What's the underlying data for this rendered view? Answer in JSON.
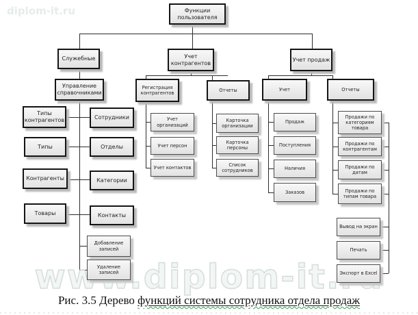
{
  "page": {
    "watermark_top": "diplom-it.ru",
    "watermark_bottom": "www.diplom-it.ru",
    "caption_prefix": "Рис. 3.5 Дерево",
    "caption_underlined": "функций системы сотрудника отдела продаж"
  },
  "colors": {
    "box_fill_top": "#f8f8f8",
    "box_fill_bottom": "#e2e2e2",
    "box_border_bold": "#141414",
    "box_border_thin": "#4a4a4a",
    "connector": "#2b2b2b",
    "wavy_underline": "#3aa24a",
    "watermark": "#dfe8e5"
  },
  "tree": {
    "root": "Функции пользователя",
    "service": {
      "label": "Служебные",
      "child": "Управление справочниками",
      "dict_left": [
        "Типы контрагентов",
        "Типы",
        "Контрагенты",
        "Товары"
      ],
      "dict_right": [
        "Сотрудники",
        "Отделы",
        "Категории",
        "Контакты"
      ],
      "actions": [
        "Добавление записей",
        "Удаление записей"
      ]
    },
    "counterparty": {
      "label": "Учет контрагентов",
      "registration": {
        "label": "Регистрация контрагентов",
        "items": [
          "Учет организаций",
          "Учет персон",
          "Учет контактов"
        ]
      },
      "reports": {
        "label": "Отчеты",
        "items": [
          "Карточка организации",
          "Карточка персоны",
          "Список сотрудников"
        ]
      }
    },
    "sales": {
      "label": "Учет продаж",
      "accounting": {
        "label": "Учет",
        "items": [
          "Продаж",
          "Поступления",
          "Наличия",
          "Заказов"
        ]
      },
      "reports": {
        "label": "Отчеты",
        "items": [
          "Продажи по категориям товара",
          "Продажи по контрагентам",
          "Продажи по датам",
          "Продажи по типам товара"
        ]
      },
      "outputs": [
        "Вывод на экран",
        "Печать",
        "Экспорт в Excel"
      ]
    }
  }
}
